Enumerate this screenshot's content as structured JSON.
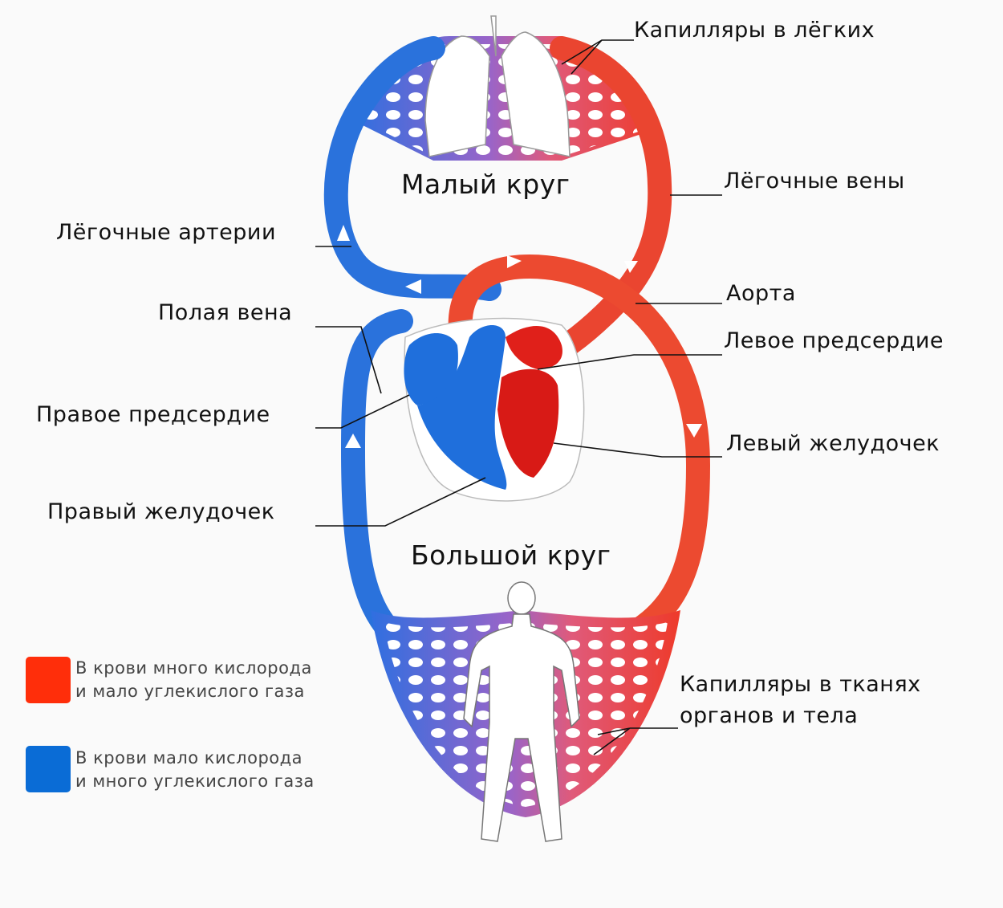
{
  "titles": {
    "pulmonary": "Малый круг",
    "systemic": "Большой круг"
  },
  "labels": {
    "lung_capillaries": "Капилляры в лёгких",
    "pulmonary_veins": "Лёгочные вены",
    "pulmonary_arteries": "Лёгочные артерии",
    "aorta": "Аорта",
    "vena_cava": "Полая вена",
    "left_atrium": "Левое предсердие",
    "right_atrium": "Правое предсердие",
    "left_ventricle": "Левый желудочек",
    "right_ventricle": "Правый желудочек",
    "tissue_capillaries_1": "Капилляры в тканях",
    "tissue_capillaries_2": "органов и тела"
  },
  "legend": [
    {
      "line1": "В крови много кислорода",
      "line2": "и мало углекислого газа",
      "color": "#ff2e0a"
    },
    {
      "line1": "В крови мало кислорода",
      "line2": "и много углекислого газа",
      "color": "#0a6cd6"
    }
  ],
  "colors": {
    "oxygenated": "#e8402a",
    "deoxygenated": "#1e6fd9"
  }
}
